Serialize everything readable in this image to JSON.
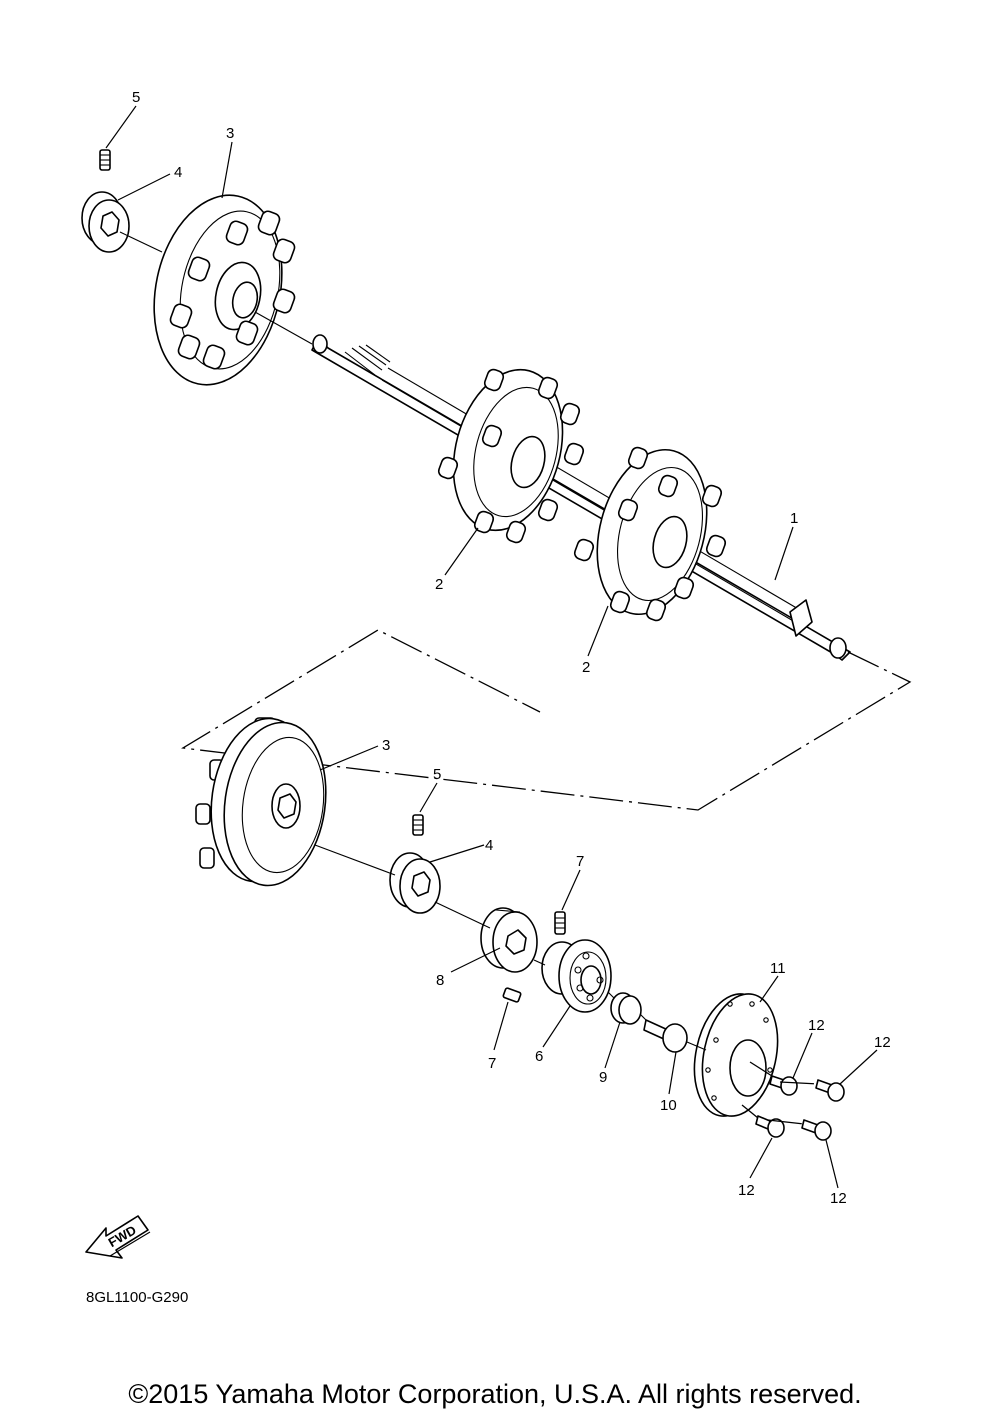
{
  "diagram_code": "8GL1100-G290",
  "copyright": "©2015 Yamaha Motor Corporation, U.S.A. All rights reserved.",
  "fwd_label": "FWD",
  "callouts": {
    "c5a": "5",
    "c3a": "3",
    "c4a": "4",
    "c1": "1",
    "c2a": "2",
    "c2b": "2",
    "c3b": "3",
    "c5b": "5",
    "c4b": "4",
    "c7a": "7",
    "c8": "8",
    "c7b": "7",
    "c6": "6",
    "c9": "9",
    "c10": "10",
    "c11": "11",
    "c12a": "12",
    "c12b": "12",
    "c12c": "12",
    "c12d": "12"
  }
}
